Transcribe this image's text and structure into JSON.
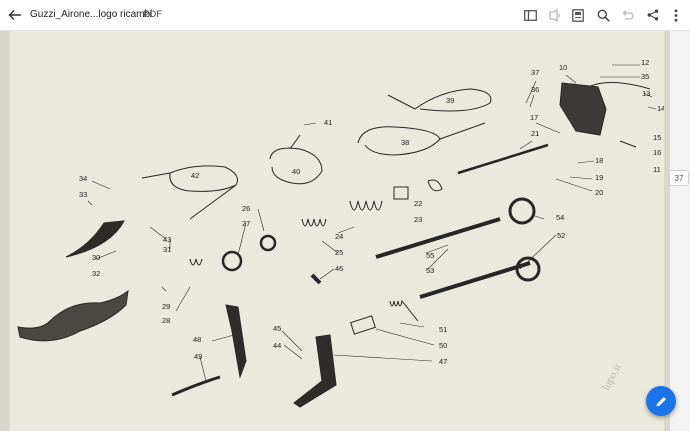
{
  "topbar": {
    "title": "Guzzi_Airone...logo ricambi",
    "type": "PDF",
    "icons": [
      "back-arrow-icon",
      "sidebar-icon",
      "read-aloud-icon",
      "bookmark-icon",
      "search-icon",
      "undo-icon",
      "share-icon",
      "more-vert-icon"
    ]
  },
  "viewer": {
    "page_number": "37",
    "watermark": "lupo.it",
    "fab_icon": "pencil-icon",
    "fab_color": "#1a73e8"
  },
  "diagram": {
    "labels": [
      "12",
      "35",
      "10",
      "37",
      "36",
      "13",
      "14",
      "39",
      "15",
      "16",
      "11",
      "17",
      "41",
      "21",
      "38",
      "18",
      "19",
      "20",
      "40",
      "42",
      "22",
      "34",
      "33",
      "23",
      "54",
      "24",
      "26",
      "27",
      "25",
      "30",
      "43",
      "31",
      "32",
      "55",
      "53",
      "52",
      "46",
      "29",
      "28",
      "51",
      "50",
      "48",
      "45",
      "44",
      "47",
      "49"
    ]
  }
}
